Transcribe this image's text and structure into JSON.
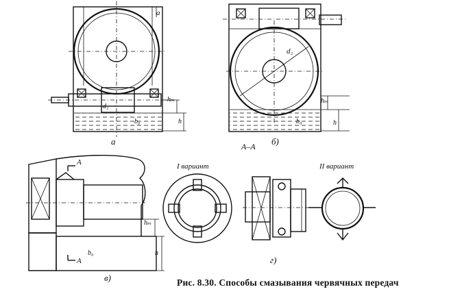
{
  "figure": {
    "caption": "Рис. 8.30. Способы смазывания червячных передач"
  },
  "labels": {
    "a": "a",
    "b": "б)",
    "v": "в)",
    "g": "г)",
    "section": "А–А",
    "section_mark": "А",
    "section_mark_bottom": "А",
    "variant1": "I вариант",
    "variant2": "II вариант",
    "d1": "d₁",
    "d2": "d₂",
    "h_m": "hₘ",
    "h": "h",
    "b0": "b₀",
    "b0b": "b₀",
    "h_m_b": "hₘ",
    "h_b": "h",
    "h_m_v": "hₘ",
    "h_v": "h",
    "b0v": "b₀"
  },
  "colors": {
    "ink": "#111111",
    "paper": "#ffffff"
  }
}
